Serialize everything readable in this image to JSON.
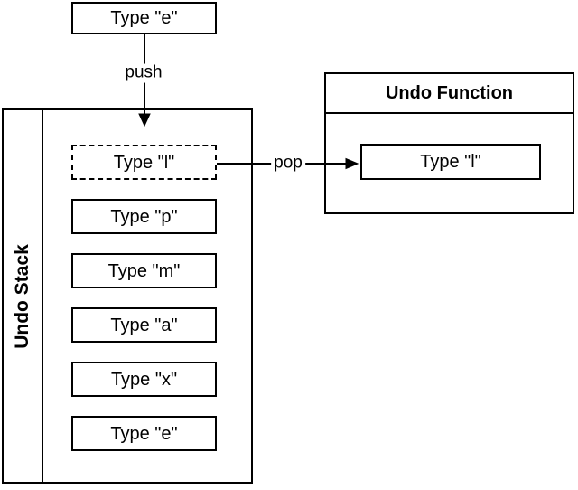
{
  "diagram": {
    "input_box": {
      "label": "Type \"e\""
    },
    "push_label": "push",
    "pop_label": "pop",
    "stack": {
      "title": "Undo Stack",
      "top_item": {
        "label": "Type \"l\"",
        "style": "dashed"
      },
      "items": [
        {
          "label": "Type \"p\""
        },
        {
          "label": "Type \"m\""
        },
        {
          "label": "Type \"a\""
        },
        {
          "label": "Type \"x\""
        },
        {
          "label": "Type \"e\""
        }
      ]
    },
    "undo_function": {
      "title": "Undo Function",
      "item": {
        "label": "Type \"l\""
      }
    },
    "colors": {
      "stroke": "#000000",
      "background": "#ffffff"
    }
  }
}
